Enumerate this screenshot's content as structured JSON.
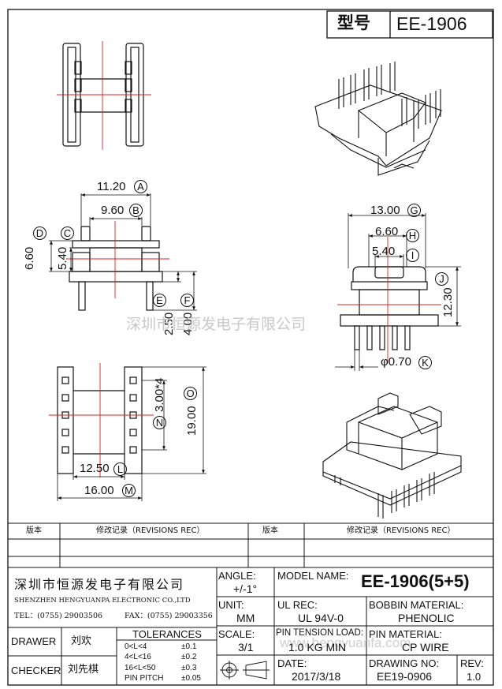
{
  "header": {
    "model_label": "型号",
    "model_value": "EE-1906"
  },
  "dimensions": {
    "A": {
      "value": "11.20",
      "letter": "A"
    },
    "B": {
      "value": "9.60",
      "letter": "B"
    },
    "C": {
      "value": "5.40",
      "letter": "C"
    },
    "D": {
      "value": "6.60",
      "letter": "D"
    },
    "E": {
      "value": "2.50",
      "letter": "E"
    },
    "F": {
      "value": "4.00",
      "letter": "F"
    },
    "G": {
      "value": "13.00",
      "letter": "G"
    },
    "H": {
      "value": "6.60",
      "letter": "H"
    },
    "I": {
      "value": "5.40",
      "letter": "I"
    },
    "J": {
      "value": "12.30",
      "letter": "J"
    },
    "K": {
      "value": "φ0.70",
      "letter": "K"
    },
    "L": {
      "value": "12.50",
      "letter": "L"
    },
    "M": {
      "value": "16.00",
      "letter": "M"
    },
    "N": {
      "value": "3.00*4",
      "letter": "N"
    },
    "O": {
      "value": "19.00",
      "letter": "O"
    }
  },
  "watermark": {
    "company": "深圳市恒源发电子有限公司",
    "url": "www.hengyuanfa.com"
  },
  "revisions": {
    "col1": "版本",
    "col2": "修改记录（REVISIONS REC）",
    "col3": "版本",
    "col4": "修改记录（REVISIONS REC）"
  },
  "company": {
    "name_cn": "深圳市恒源发电子有限公司",
    "name_en": "SHENZHEN HENGYUANPA ELECTRONIC CO.,LTD",
    "tel": "TEL：(0755) 29003506",
    "fax": "FAX：(0755) 29003356"
  },
  "title_block": {
    "angle_label": "ANGLE:",
    "angle_value": "+/-1°",
    "model_name_label": "MODEL NAME:",
    "model_name_value": "EE-1906(5+5)",
    "unit_label": "UNIT:",
    "unit_value": "MM",
    "ul_label": "UL REC:",
    "ul_value": "UL 94V-0",
    "bobbin_label": "BOBBIN MATERIAL:",
    "bobbin_value": "PHENOLIC",
    "scale_label": "SCALE:",
    "scale_value": "3/1",
    "pin_tension_label": "PIN TENSION LOAD:",
    "pin_tension_value": "1.0 KG MIN",
    "pin_material_label": "PIN MATERIAL:",
    "pin_material_value": "CP WIRE",
    "date_label": "DATE:",
    "date_value": "2017/3/18",
    "drawing_no_label": "DRAWING NO:",
    "drawing_no_value": "EE19-0906",
    "rev_label": "REV:",
    "rev_value": "1.0",
    "drawer_label": "DRAWER",
    "drawer_value": "刘欢",
    "checker_label": "CHECKER",
    "checker_value": "刘先棋",
    "tolerances_label": "TOLERANCES",
    "tolerances": [
      {
        "range": "0<L<4",
        "value": "±0.1"
      },
      {
        "range": "4<L<16",
        "value": "±0.2"
      },
      {
        "range": "16<L<50",
        "value": "±0.3"
      },
      {
        "range": "PIN PITCH",
        "value": "±0.05"
      }
    ]
  }
}
